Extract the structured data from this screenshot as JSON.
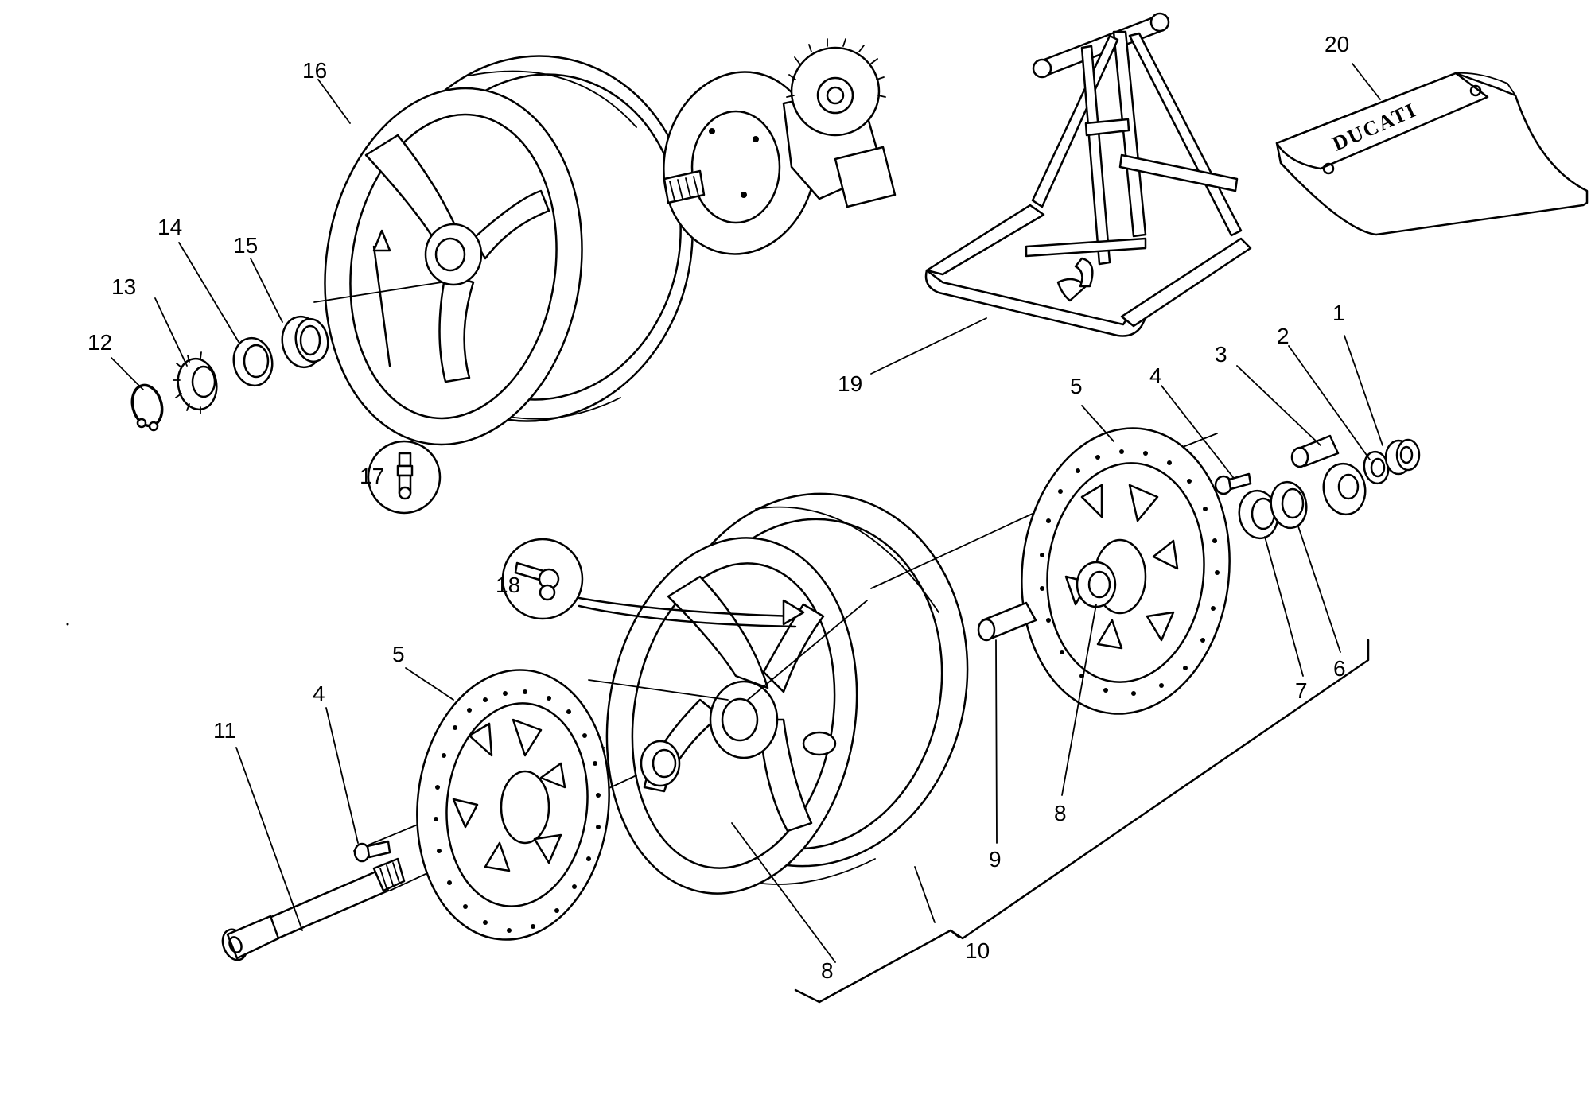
{
  "callouts": {
    "c1": "1",
    "c2": "2",
    "c3": "3",
    "c4a": "4",
    "c4b": "4",
    "c5a": "5",
    "c5b": "5",
    "c6": "6",
    "c7": "7",
    "c8a": "8",
    "c8b": "8",
    "c9": "9",
    "c10": "10",
    "c11": "11",
    "c12": "12",
    "c13": "13",
    "c14": "14",
    "c15": "15",
    "c16": "16",
    "c17": "17",
    "c18": "18",
    "c19": "19",
    "c20": "20"
  },
  "logo": "DUCATI"
}
